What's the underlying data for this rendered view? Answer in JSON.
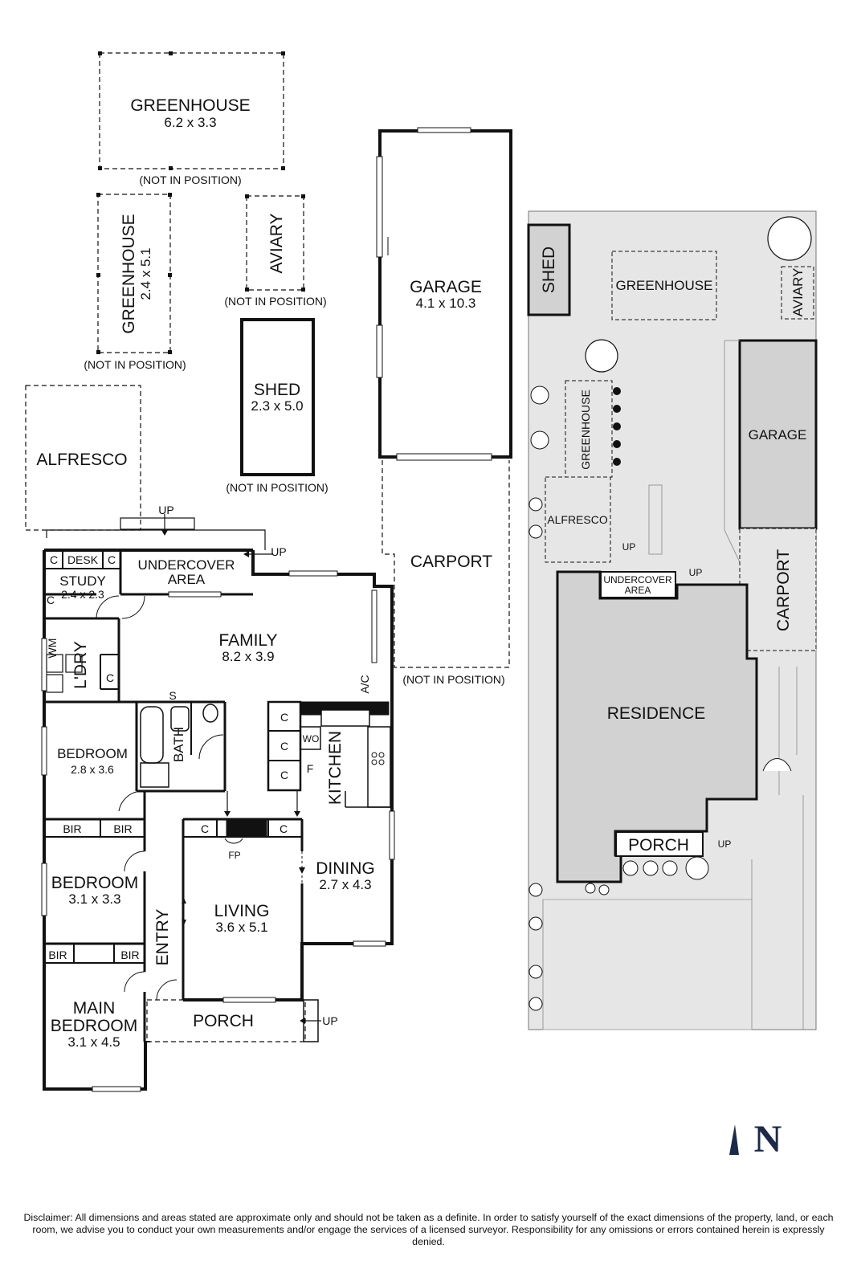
{
  "outbuildings": {
    "greenhouse_large": {
      "name": "GREENHOUSE",
      "size": "6.2 x 3.3",
      "note": "(NOT IN POSITION)"
    },
    "greenhouse_small": {
      "name": "GREENHOUSE",
      "size": "2.4 x 5.1",
      "note": "(NOT IN POSITION)"
    },
    "aviary": {
      "name": "AVIARY",
      "note": "(NOT IN POSITION)"
    },
    "shed": {
      "name": "SHED",
      "size": "2.3 x 5.0",
      "note": "(NOT IN POSITION)"
    },
    "garage": {
      "name": "GARAGE",
      "size": "4.1 x 10.3"
    },
    "carport": {
      "name": "CARPORT",
      "note": "(NOT IN POSITION)"
    },
    "alfresco": {
      "name": "ALFRESCO"
    }
  },
  "house": {
    "up_top": "UP",
    "up_side": "UP",
    "up_porch": "UP",
    "desk": "DESK",
    "cupboard": "C",
    "study": {
      "name": "STUDY",
      "size": "2.4 x 2.3"
    },
    "undercover": {
      "line1": "UNDERCOVER",
      "line2": "AREA"
    },
    "wm": "WM",
    "laundry": "L'DRY",
    "family": {
      "name": "FAMILY",
      "size": "8.2 x 3.9"
    },
    "ac": "A/C",
    "shower": "S",
    "bath": "BATH",
    "bedroom2": {
      "name": "BEDROOM",
      "size": "2.8 x 3.6"
    },
    "wo": "WO",
    "fridge": "F",
    "kitchen": "KITCHEN",
    "bir": "BIR",
    "fireplace": "FP",
    "bedroom3": {
      "name": "BEDROOM",
      "size": "3.1 x 3.3"
    },
    "dining": {
      "name": "DINING",
      "size": "2.7 x 4.3"
    },
    "living": {
      "name": "LIVING",
      "size": "3.6 x 5.1"
    },
    "entry": "ENTRY",
    "main_bedroom": {
      "line1": "MAIN",
      "line2": "BEDROOM",
      "size": "3.1 x 4.5"
    },
    "porch": "PORCH"
  },
  "site": {
    "shed": "SHED",
    "greenhouse": "GREENHOUSE",
    "aviary": "AVIARY",
    "greenhouse_small": "GREENHOUSE",
    "garage": "GARAGE",
    "alfresco": "ALFRESCO",
    "up": "UP",
    "undercover": {
      "line1": "UNDERCOVER",
      "line2": "AREA"
    },
    "carport": "CARPORT",
    "residence": "RESIDENCE",
    "porch": "PORCH"
  },
  "compass": "N",
  "disclaimer": "Disclaimer: All dimensions and areas stated are approximate only and should not be taken as a definite. In order to satisfy yourself of the exact dimensions of the property, land, or each room, we advise you to conduct your own measurements and/or engage the services of a licensed surveyor. Responsibility for any omissions or errors contained herein is expressly denied.",
  "colors": {
    "wall": "#111111",
    "site_fill": "#e6e6e6",
    "building_fill": "#d2d2d2",
    "compass": "#1b2a4a"
  }
}
